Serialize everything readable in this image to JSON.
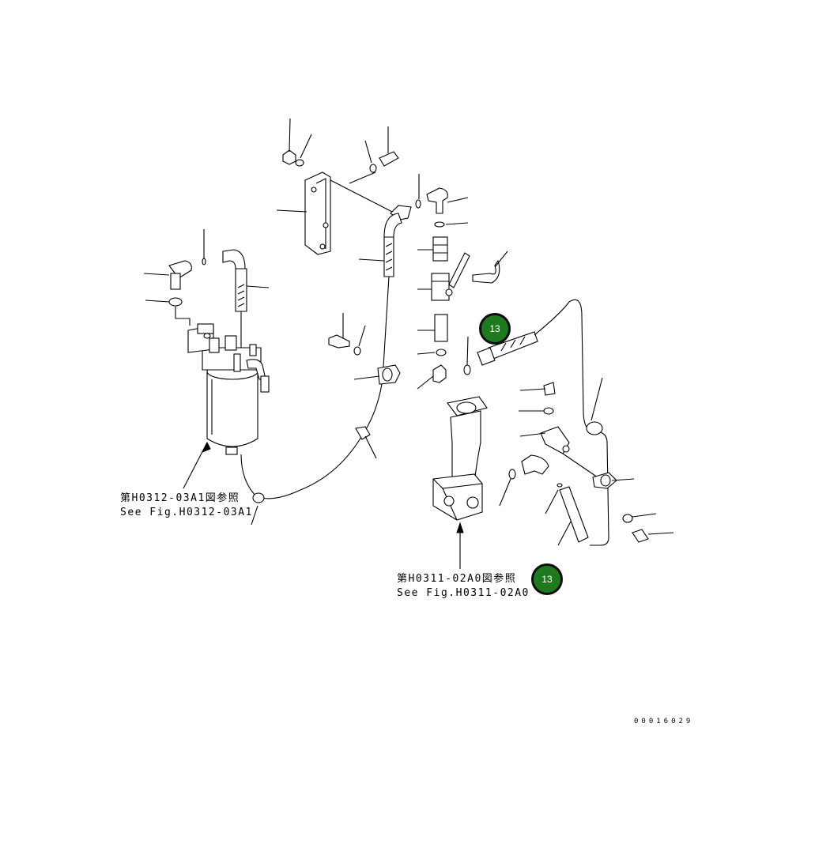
{
  "diagram": {
    "callout_refs": [
      {
        "text": "第H0312-03A1図参照"
      },
      {
        "text": "See Fig.H0312-03A1"
      },
      {
        "text": "第H0311-02A0図参照"
      },
      {
        "text": "See Fig.H0311-02A0"
      }
    ],
    "badges": [
      {
        "label": "13",
        "color": "#1f7a1f"
      },
      {
        "label": "13",
        "color": "#1f7a1f"
      }
    ],
    "drawing_number": "00016029"
  }
}
